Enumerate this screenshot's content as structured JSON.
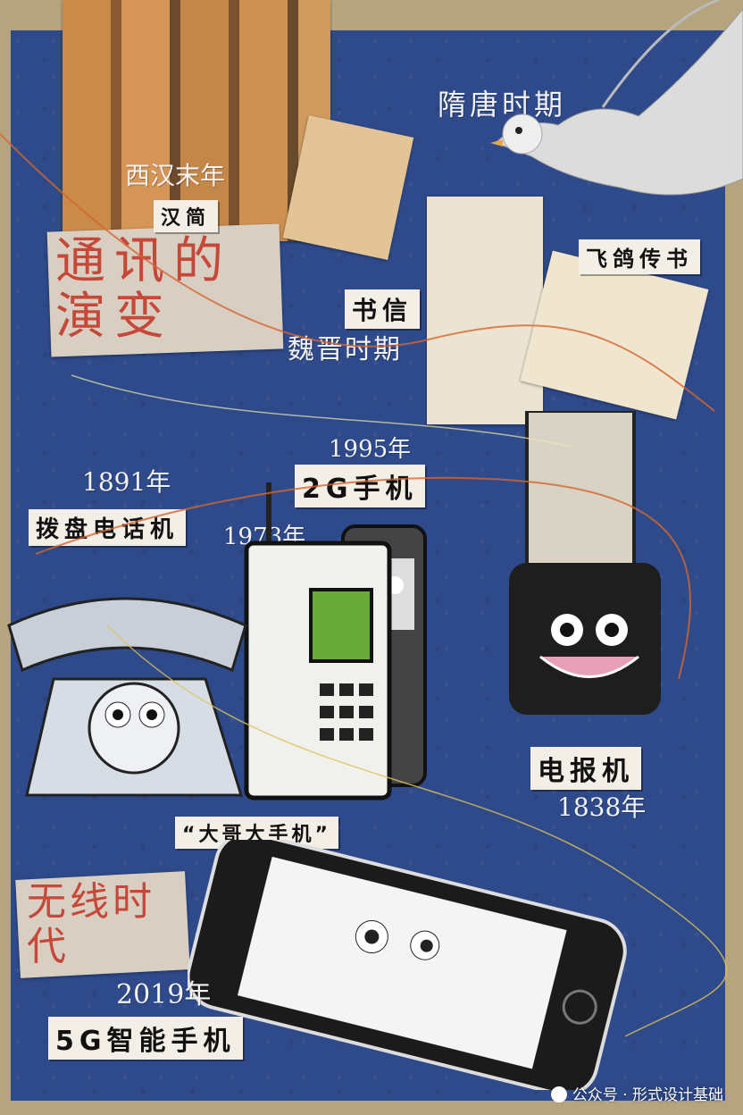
{
  "title": "通讯的演变",
  "sections": {
    "han_period": "西汉末年",
    "han_label": "汉简",
    "sui_period": "隋唐时期",
    "pigeon_label": "飞鸽传书",
    "letter_label": "书信",
    "wei_period": "魏晋时期",
    "year_1995": "1995年",
    "phone_2g": "2G手机",
    "year_1891": "1891年",
    "dial_phone": "拨盘电话机",
    "year_1973": "1973年",
    "brick_phone": "“大哥大手机”",
    "telegraph": "电报机",
    "year_1838": "1838年",
    "wireless_era": "无线时代",
    "year_2019": "2019年",
    "phone_5g": "5G智能手机"
  },
  "watermark": "公众号 · 形式设计基础",
  "colors": {
    "background": "#b6a47f",
    "board": "#2e4a8a",
    "label_bg": "#f4efe6",
    "title_red": "#c33a2a"
  }
}
